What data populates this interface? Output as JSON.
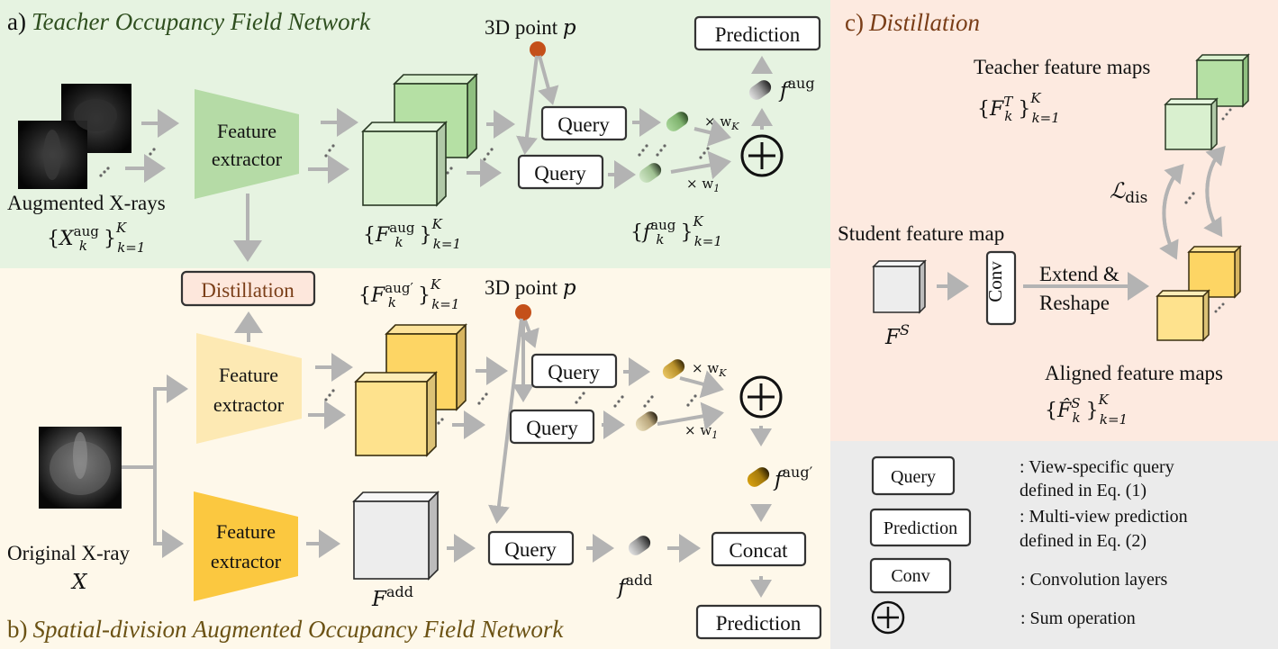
{
  "panels": {
    "a": {
      "prefix": "a)",
      "title": "Teacher Occupancy Field Network"
    },
    "b": {
      "prefix": "b)",
      "title": "Spatial-division Augmented Occupancy Field Network"
    },
    "c": {
      "prefix": "c)",
      "title": "Distillation"
    }
  },
  "teacher": {
    "input_label": "Augmented X-rays",
    "input_set": {
      "base": "X",
      "sub": "k",
      "sup": "aug",
      "range_sup": "K",
      "range_sub": "k=1"
    },
    "extractor_label_1": "Feature",
    "extractor_label_2": "extractor",
    "features_set": {
      "base": "F",
      "sub": "k",
      "sup": "aug",
      "range_sup": "K",
      "range_sub": "k=1"
    },
    "point_label": "3D point ",
    "point_var": "p",
    "query_top": "Query",
    "query_bottom": "Query",
    "weight_top": "× w",
    "weight_top_sub": "K",
    "weight_bottom": "× w",
    "weight_bottom_sub": "1",
    "vec_set": {
      "base": "f",
      "sub": "k",
      "sup": "aug",
      "range_sup": "K",
      "range_sub": "k=1"
    },
    "fused": {
      "base": "f",
      "sup": "aug"
    },
    "prediction": "Prediction"
  },
  "student": {
    "distillation_box": "Distillation",
    "features_set": {
      "base": "F",
      "sub": "k",
      "sup": "aug′",
      "range_sup": "K",
      "range_sub": "k=1"
    },
    "extractor_label_1": "Feature",
    "extractor_label_2": "extractor",
    "extractor2_label_1": "Feature",
    "extractor2_label_2": "extractor",
    "input_label": "Original X-ray",
    "input_var": "X",
    "point_label": "3D point ",
    "point_var": "p",
    "query_top": "Query",
    "query_bottom": "Query",
    "query_add": "Query",
    "weight_top": "× w",
    "weight_top_sub": "K",
    "weight_bottom": "× w",
    "weight_bottom_sub": "1",
    "fused": {
      "base": "f",
      "sup": "aug′"
    },
    "add_feature": {
      "base": "F",
      "sup": "add"
    },
    "add_vec": {
      "base": "f",
      "sup": "add"
    },
    "concat": "Concat",
    "prediction": "Prediction"
  },
  "distillation": {
    "teacher_label": "Teacher feature maps",
    "teacher_set": {
      "base": "F",
      "sub": "k",
      "sup": "T",
      "range_sup": "K",
      "range_sub": "k=1"
    },
    "loss": {
      "base": "ℒ",
      "sub": "dis"
    },
    "student_label": "Student feature map",
    "student_var": {
      "base": "F",
      "sup": "S"
    },
    "conv": "Conv",
    "extend_1": "Extend &",
    "extend_2": "Reshape",
    "aligned_label": "Aligned feature maps",
    "aligned_set": {
      "base": "F̂",
      "sub": "k",
      "sup": "S",
      "range_sup": "K",
      "range_sub": "k=1"
    }
  },
  "legend": [
    {
      "symbol": "Query",
      "desc_1": ": View-specific query",
      "desc_2": "defined in Eq. (1)"
    },
    {
      "symbol": "Prediction",
      "desc_1": ": Multi-view prediction",
      "desc_2": "defined in Eq. (2)"
    },
    {
      "symbol": "Conv",
      "desc_1": ": Convolution layers",
      "desc_2": ""
    },
    {
      "symbol": "⊕",
      "desc_1": ": Sum operation",
      "desc_2": ""
    }
  ],
  "colors": {
    "teacher_bg": "#e6f3e1",
    "student_bg": "#fef8ea",
    "distill_bg": "#fdeae0",
    "legend_bg": "#ebebeb",
    "point": "#c4501a",
    "teacher_extractor": "#b5dba6",
    "student_extractor_light": "#fde9b3",
    "student_extractor_strong": "#fbc840"
  }
}
